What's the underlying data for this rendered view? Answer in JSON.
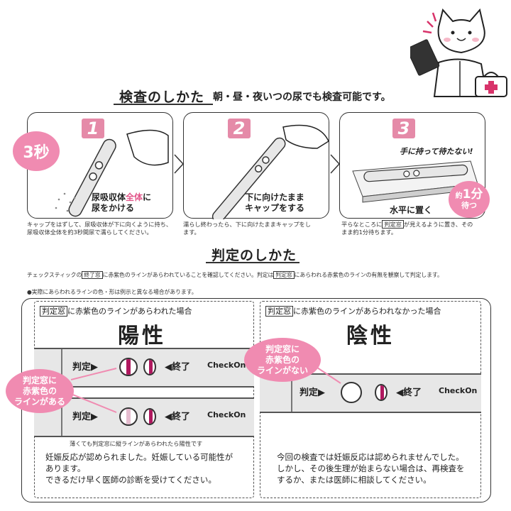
{
  "howto": {
    "title": "検査のしかた",
    "subtitle": "朝・昼・夜いつの尿でも検査可能です。",
    "steps": [
      {
        "number": "1",
        "badge_time": "3秒",
        "label_pre": "尿吸収体",
        "label_highlight": "全体",
        "label_post": "に",
        "label_line2": "尿をかける",
        "desc_1": "キャップをはずして、尿吸収体が下に向くように持ち、",
        "desc_2": "尿吸収体全体を約3秒間尿で濡らしてください。"
      },
      {
        "number": "2",
        "label_line1": "下に向けたまま",
        "label_line2": "キャップをする",
        "desc_1": "濡らし終わったら、下に向けたままキャップをし",
        "desc_2": "ます。"
      },
      {
        "number": "3",
        "note": "手に持って待たない!",
        "label": "水平に置く",
        "wait_pre": "約",
        "wait_num": "1分",
        "wait_post": "待つ",
        "desc_1_pre": "平らなところに",
        "desc_1_box": "判定窓",
        "desc_1_post": "が見えるように置き、その",
        "desc_2": "まま約1分待ちます。"
      }
    ]
  },
  "judge": {
    "title": "判定のしかた",
    "line_pre": "チェックスティックの",
    "line_box1": "終了窓",
    "line_mid": "に赤紫色のラインがあらわれていることを確認してください。判定は",
    "line_box2": "判定窓",
    "line_post": "にあらわれる赤紫色のラインの有無を観察して判定します。",
    "note": "●実際にあらわれるラインの色・形は例示と異なる場合があります。",
    "positive": {
      "header_box": "判定窓",
      "header_text": "に赤紫色のラインがあらわれた場合",
      "result": "陽性",
      "stick_judge": "判定▶",
      "stick_end": "◀終了",
      "stick_brand": "CheckOn",
      "bubble_1": "判定窓に",
      "bubble_2": "赤紫色の",
      "bubble_3": "ラインがある",
      "faint_note": "薄くても判定窓に縦ラインがあらわれたら陽性です",
      "text_1": "妊娠反応が認められました。妊娠している可能性が",
      "text_2": "あります。",
      "text_3": "できるだけ早く医師の診断を受けてください。"
    },
    "negative": {
      "header_box": "判定窓",
      "header_text": "に赤紫色のラインがあらわれなかった場合",
      "result": "陰性",
      "stick_judge": "判定▶",
      "stick_end": "◀終了",
      "stick_brand": "CheckOn",
      "bubble_1": "判定窓に",
      "bubble_2": "赤紫色の",
      "bubble_3": "ラインがない",
      "text_1": "今回の検査では妊娠反応は認められませんでした。",
      "text_2": "しかし、その後生理が始まらない場合は、再検査を",
      "text_3": "するか、または医師に相談してください。"
    }
  },
  "colors": {
    "accent_pink": "#f08bb1",
    "line_magenta": "#b0185f",
    "badge_pink": "#e58aa8"
  }
}
